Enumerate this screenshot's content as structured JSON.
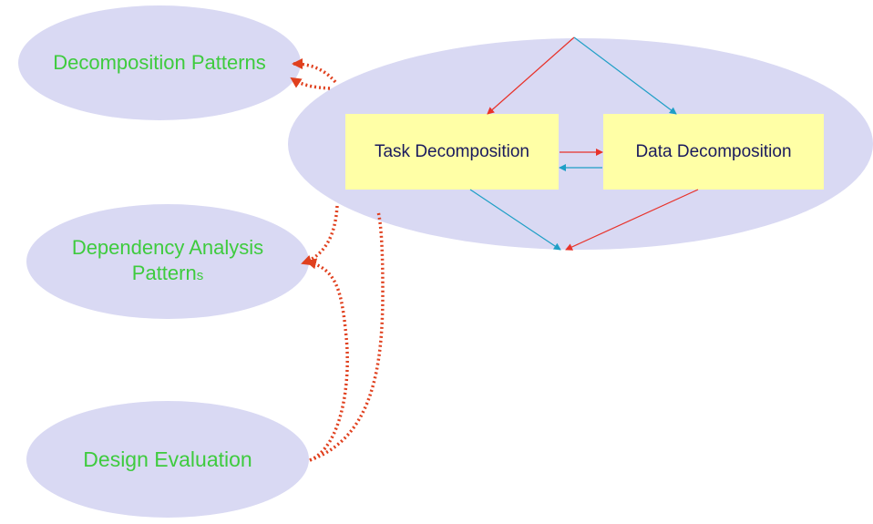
{
  "nodes": {
    "decomposition_patterns": "Decomposition Patterns",
    "dependency_analysis": {
      "line1": "Dependency Analysis",
      "line2_main": "Pattern",
      "line2_small": "s"
    },
    "design_evaluation": "Design Evaluation",
    "task_decomposition": "Task Decomposition",
    "data_decomposition": "Data Decomposition"
  },
  "colors": {
    "oval_fill": "#d9d9f3",
    "box_fill": "#ffffa6",
    "oval_text": "#3ecb3e",
    "box_text": "#1a1a5e",
    "red_arrow": "#e8322a",
    "cyan_arrow": "#1f9fc6",
    "dotted_arrow": "#e0401e"
  }
}
